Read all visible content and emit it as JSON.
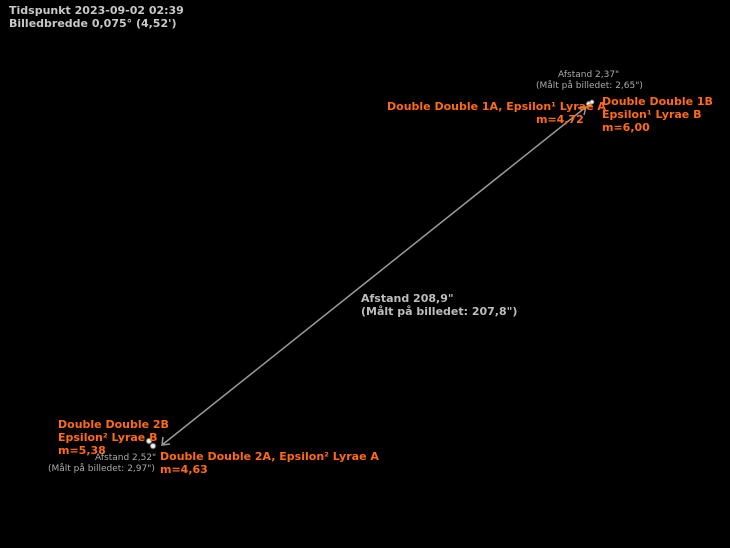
{
  "header": {
    "time": "Tidspunkt 2023-09-02 02:39",
    "fov": "Billedbredde 0,075° (4,52')"
  },
  "stars": {
    "s1a": {
      "name": "Double Double 1A, Epsilon¹ Lyrae A",
      "mag": "m=4,72"
    },
    "s1b": {
      "name1": "Double Double 1B",
      "name2": "Epsilon¹ Lyrae B",
      "mag": "m=6,00"
    },
    "s2a": {
      "name": "Double Double 2A, Epsilon² Lyrae A",
      "mag": "m=4,63"
    },
    "s2b": {
      "name1": "Double Double 2B",
      "name2": "Epsilon² Lyrae B",
      "mag": "m=5,38"
    }
  },
  "measures": {
    "pair1": {
      "dist": "Afstand 2,37\"",
      "measured": "(Målt på billedet: 2,65\")"
    },
    "pair2": {
      "dist": "Afstand 2,52\"",
      "measured": "(Målt på billedet: 2,97\")"
    },
    "main": {
      "dist": "Afstand 208,9\"",
      "measured": "(Målt på billedet: 207,8\")"
    }
  }
}
